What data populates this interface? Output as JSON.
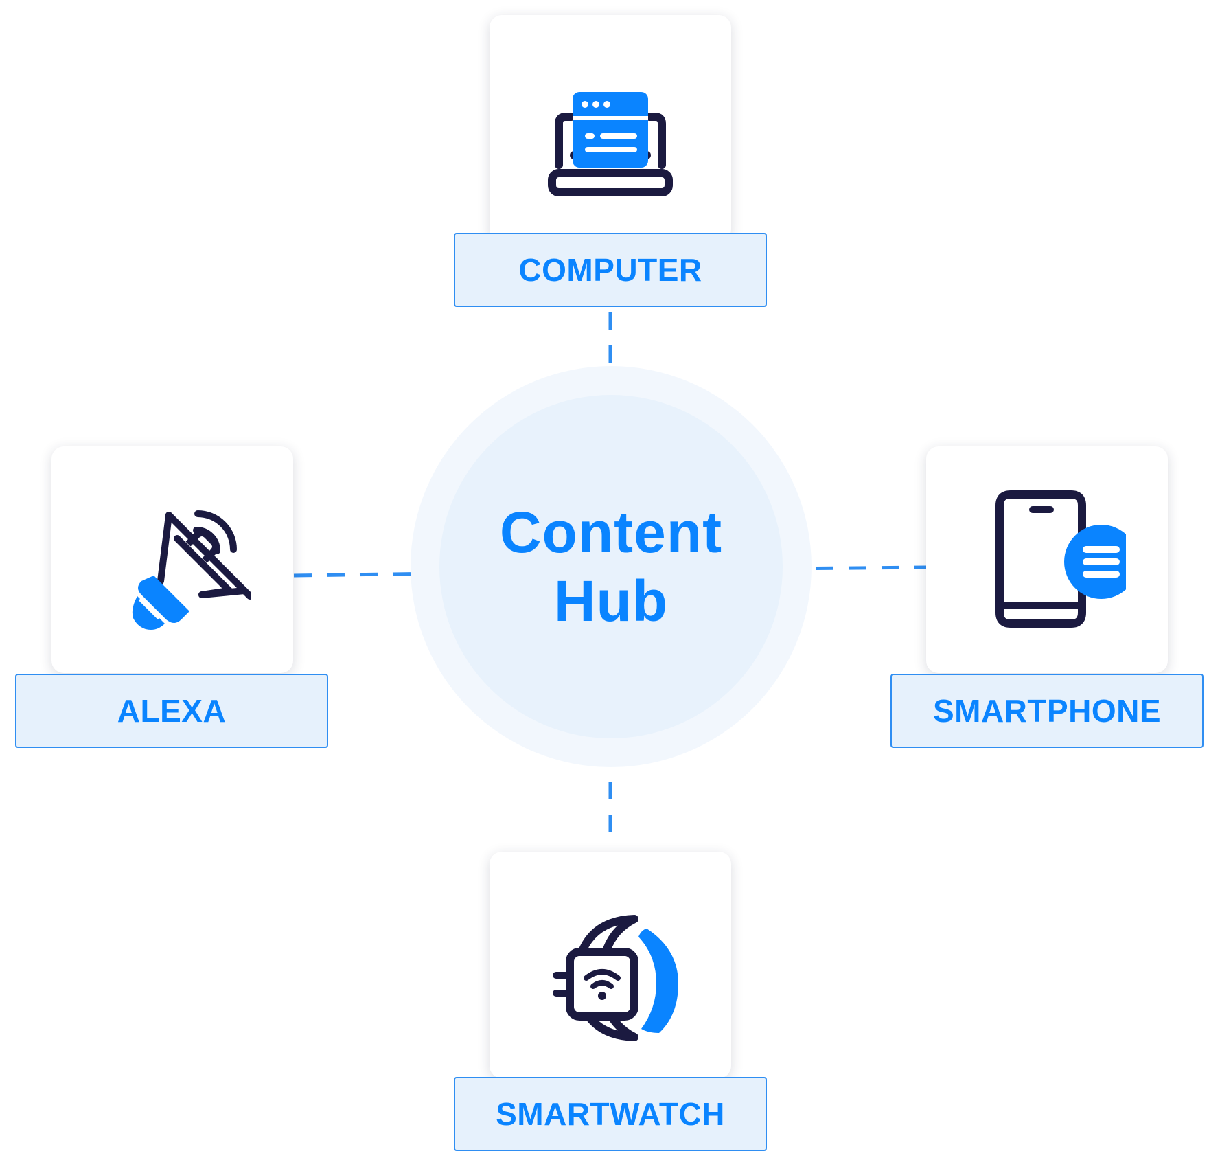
{
  "hub": {
    "line1": "Content",
    "line2": "Hub"
  },
  "devices": {
    "computer": {
      "label": "COMPUTER",
      "icon": "laptop-icon"
    },
    "alexa": {
      "label": "ALEXA",
      "icon": "megaphone-icon"
    },
    "smartphone": {
      "label": "SMARTPHONE",
      "icon": "smartphone-message-icon"
    },
    "smartwatch": {
      "label": "SMARTWATCH",
      "icon": "smartwatch-icon"
    }
  },
  "colors": {
    "accent": "#0a84ff",
    "dark": "#1b1a40",
    "label_bg": "#e6f1fc",
    "hub_outer": "#f2f7fd",
    "hub_inner": "#e8f2fc"
  }
}
